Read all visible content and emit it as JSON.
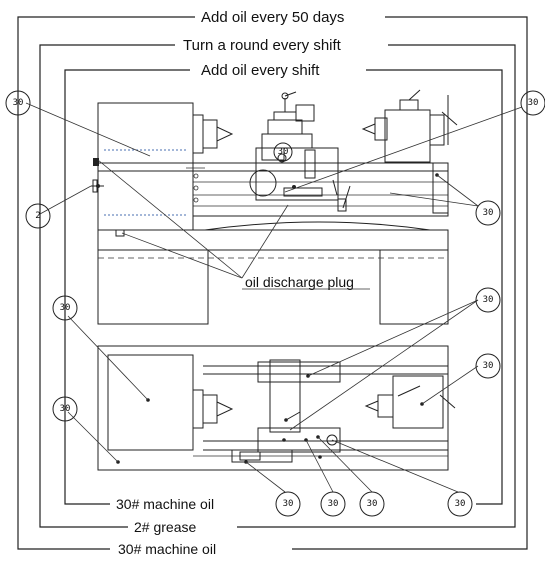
{
  "frames": {
    "outer_label": "Add oil every 50 days",
    "middle_label": "Turn a round every shift",
    "inner_label": "Add oil every shift",
    "inner_bottom_label": "30# machine oil",
    "middle_bottom_label": "2# grease",
    "outer_bottom_label": "30# machine oil"
  },
  "annotations": {
    "discharge_plug": "oil discharge plug"
  },
  "callouts": [
    {
      "id": "c1",
      "text": "30"
    },
    {
      "id": "c2",
      "text": "30"
    },
    {
      "id": "c3",
      "text": "2"
    },
    {
      "id": "c4",
      "text": "30"
    },
    {
      "id": "c5",
      "text": "30"
    },
    {
      "id": "c6",
      "text": "30"
    },
    {
      "id": "c7",
      "text": "30"
    },
    {
      "id": "c8",
      "text": "30"
    },
    {
      "id": "c9",
      "text": "30"
    },
    {
      "id": "c10",
      "text": "30"
    },
    {
      "id": "c11",
      "text": "30"
    },
    {
      "id": "c12",
      "text": "30"
    },
    {
      "id": "c13",
      "text": "30"
    }
  ]
}
